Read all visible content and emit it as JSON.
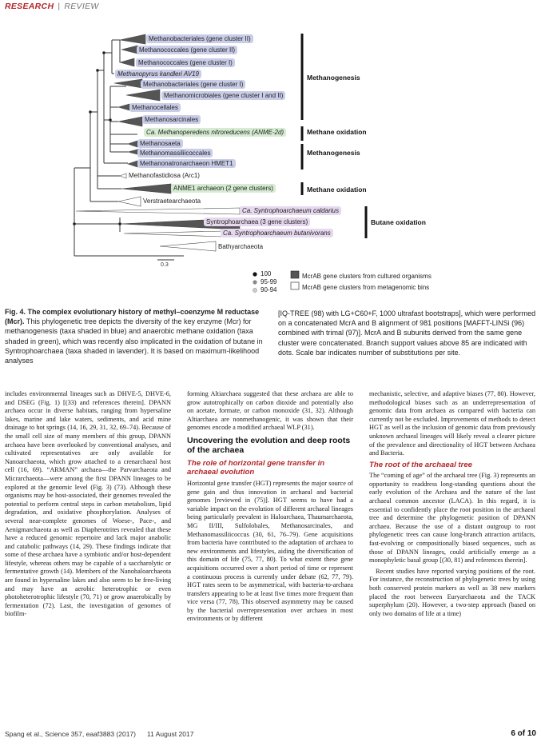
{
  "header": {
    "section": "RESEARCH",
    "sub": "REVIEW"
  },
  "figure": {
    "taxa": [
      "Methanobacteriales (gene cluster II)",
      "Methanococcales (gene cluster II)",
      "Methanococcales (gene cluster I)",
      "Methanopyrus kandleri AV19",
      "Methanobacteriales (gene cluster I)",
      "Methanomicrobiales (gene cluster I and II)",
      "Methanocellales",
      "Methanosarcinales",
      "Ca. Methanoperedens nitroreducens (ANME-2d)",
      "Methanosaeta",
      "Methanomassiliicoccales",
      "Methanonatronarchaeon HMET1",
      "Methanofastidiosa (Arc1)",
      "ANME1 archaeon (2 gene clusters)",
      "Verstraetearchaeota",
      "Ca. Syntrophoarchaeum caldarius",
      "Syntrophoarchaea (3 gene clusters)",
      "Ca. Syntrophoarchaeum butanivorans",
      "Bathyarchaeota"
    ],
    "groups": [
      "Methanogenesis",
      "Methane oxidation",
      "Methanogenesis",
      "Methane oxidation",
      "Butane oxidation"
    ],
    "scale": "0.3",
    "bootstrap": [
      "100",
      "95-99",
      "90-94"
    ],
    "legend": [
      "McrAB gene clusters from cultured organisms",
      "McrAB gene clusters from metagenomic bins"
    ],
    "colors": {
      "blue": "#c9cde8",
      "green": "#d6ecd2",
      "lavender": "#e6d8ee",
      "dark": "#555555"
    }
  },
  "caption": {
    "title": "Fig. 4. The complex evolutionary history of methyl–coenzyme M reductase (Mcr).",
    "left": "This phylogenetic tree depicts the diversity of the key enzyme (Mcr) for methanogenesis (taxa shaded in blue) and anaerobic methane oxidation (taxa shaded in green), which was recently also implicated in the oxidation of butane in Syntrophoarchaea (taxa shaded in lavender). It is based on maximum-likelihood analyses",
    "right": "[IQ-TREE (98) with LG+C60+F, 1000 ultrafast bootstraps], which were performed on a concatenated McrA and B alignment of 981 positions [MAFFT-LINSi (96) combined with trimal (97)]. McrA and B subunits derived from the same gene cluster were concatenated. Branch support values above 85 are indicated with dots. Scale bar indicates number of substitutions per site."
  },
  "col1": {
    "p1": "includes environmental lineages such as DHVE-5, DHVE-6, and DSEG (Fig. 1) [(33) and references therein]. DPANN archaea occur in diverse habitats, ranging from hypersaline lakes, marine and lake waters, sediments, and acid mine drainage to hot springs (14, 16, 29, 31, 32, 69–74). Because of the small cell size of many members of this group, DPANN archaea have been overlooked by conventional analyses, and cultivated representatives are only available for Nanoarchaeota, which grow attached to a crenarchaeal host cell (16, 69). “ARMAN” archaea—the Parvarchaeota and Micrarchaeota—were among the first DPANN lineages to be explored at the genomic level (Fig. 3) (73). Although these organisms may be host-associated, their genomes revealed the potential to perform central steps in carbon metabolism, lipid degradation, and oxidative phosphorylation. Analyses of several near-complete genomes of Woese-, Pace-, and Aenigmarchaeota as well as Diapherotrites revealed that these have a reduced genomic repertoire and lack major anabolic and catabolic pathways (14, 29). These findings indicate that some of these archaea have a symbiotic and/or host-dependent lifestyle, whereas others may be capable of a saccharolytic or fermentative growth (14). Members of the Nanohaloarchaeota are found in hypersaline lakes and also seem to be free-living and may have an aerobic heterotrophic or even photoheterotrophic lifestyle (70, 71) or grow anaerobically by fermentation (72). Last, the investigation of genomes of biofilm-"
  },
  "col2": {
    "p1": "forming Altiarchaea suggested that these archaea are able to grow autotrophically on carbon dioxide and potentially also on acetate, formate, or carbon monoxide (31, 32). Although Altiarchaea are nonmethanogenic, it was shown that their genomes encode a modified archaeal WLP (31).",
    "h1": "Uncovering the evolution and deep roots of the archaea",
    "h2": "The role of horizontal gene transfer in archaeal evolution",
    "p2": "Horizontal gene transfer (HGT) represents the major source of gene gain and thus innovation in archaeal and bacterial genomes [reviewed in (75)]. HGT seems to have had a variable impact on the evolution of different archaeal lineages being particularly prevalent in Haloarchaea, Thaumarchaeota, MG II/III, Sulfolobales, Methanosarcinales, and Methanomassiliicoccus (30, 61, 76–79). Gene acquisitions from bacteria have contributed to the adaptation of archaea to new environments and lifestyles, aiding the diversification of this domain of life (75, 77, 80). To what extent these gene acquisitions occurred over a short period of time or represent a continuous process is currently under debate (62, 77, 79). HGT rates seem to be asymmetrical, with bacteria-to-archaea transfers appearing to be at least five times more frequent than vice versa (77, 78). This observed asymmetry may be caused by the bacterial overrepresentation over archaea in most environments or by different"
  },
  "col3": {
    "p1": "mechanistic, selective, and adaptive biases (77, 80). However, methodological biases such as an underrepresentation of genomic data from archaea as compared with bacteria can currently not be excluded. Improvements of methods to detect HGT as well as the inclusion of genomic data from previously unknown archaeal lineages will likely reveal a clearer picture of the prevalence and directionality of HGT between Archaea and Bacteria.",
    "h1": "The root of the archaeal tree",
    "p2": "The “coming of age” of the archaeal tree (Fig. 3) represents an opportunity to readdress long-standing questions about the early evolution of the Archaea and the nature of the last archaeal common ancestor (LACA). In this regard, it is essential to confidently place the root position in the archaeal tree and determine the phylogenetic position of DPANN archaea. Because the use of a distant outgroup to root phylogenetic trees can cause long-branch attraction artifacts, fast-evolving or compositionally biased sequences, such as those of DPANN lineages, could artificially emerge as a monophyletic basal group [(30, 81) and references therein].",
    "p3": "Recent studies have reported varying positions of the root. For instance, the reconstruction of phylogenetic trees by using both conserved protein markers as well as 38 new markers placed the root between Euryarchaeota and the TACK superphylum (20). However, a two-step approach (based on only two domains of life at a time)"
  },
  "footer": {
    "cite": "Spang et al., Science 357, eaaf3883 (2017)",
    "date": "11 August 2017",
    "page": "6 of 10"
  }
}
